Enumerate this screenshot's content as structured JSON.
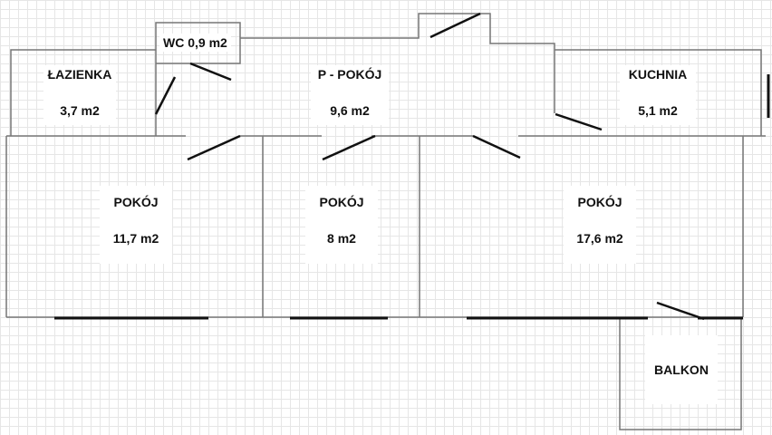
{
  "rooms": {
    "lazienka": {
      "name": "ŁAZIENKA",
      "area": "3,7 m2"
    },
    "wc": {
      "label": "WC 0,9 m2"
    },
    "przedpokoj": {
      "name": "P - POKÓJ",
      "area": "9,6 m2"
    },
    "kuchnia": {
      "name": "KUCHNIA",
      "area": "5,1 m2"
    },
    "pokoj1": {
      "name": "POKÓJ",
      "area": "11,7 m2"
    },
    "pokoj2": {
      "name": "POKÓJ",
      "area": "8 m2"
    },
    "pokoj3": {
      "name": "POKÓJ",
      "area": "17,6 m2"
    },
    "balkon": {
      "name": "BALKON"
    }
  },
  "colors": {
    "wall": "#777777",
    "door": "#111111",
    "grid": "#e6e6e6",
    "background": "#ffffff"
  }
}
